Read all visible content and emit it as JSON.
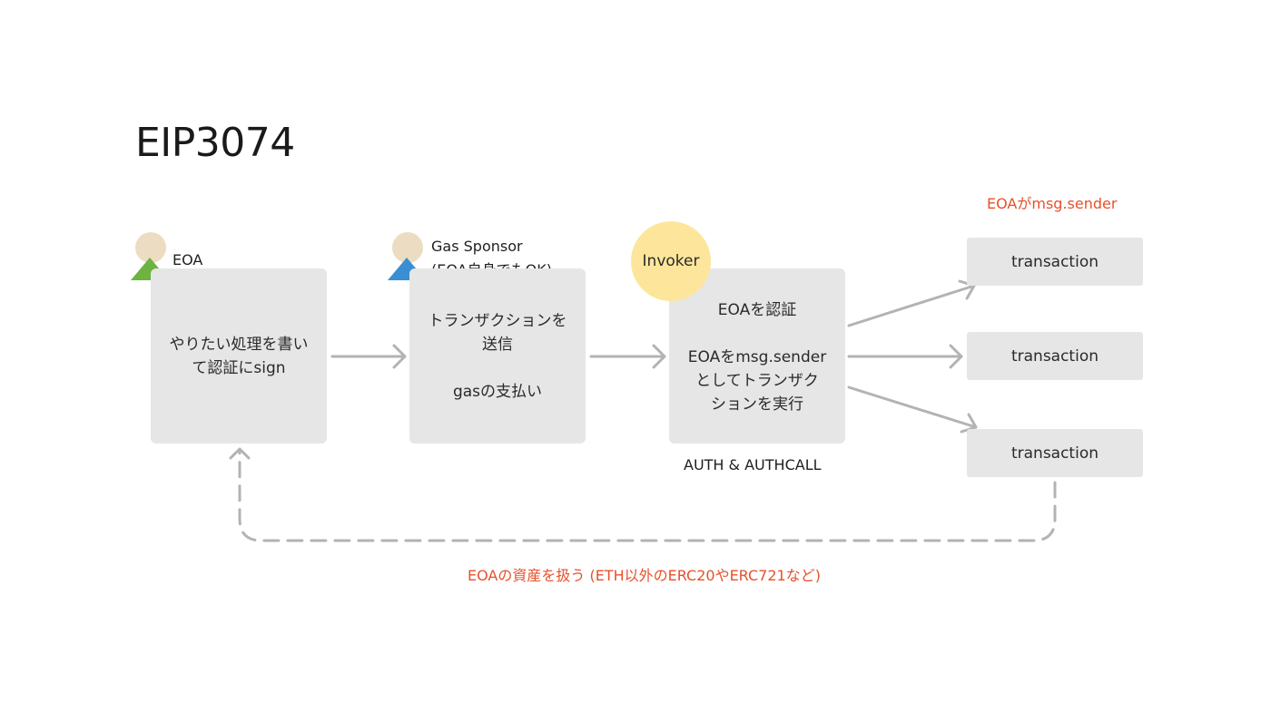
{
  "title": "EIP3074",
  "actors": {
    "eoa": {
      "label": "EOA",
      "body_color": "#6db33f",
      "head_color": "#ecdcc2"
    },
    "sponsor": {
      "label_line1": "Gas Sponsor",
      "label_line2": "(EOA自身でもOK)",
      "body_color": "#3a8fd4",
      "head_color": "#ecdcc2"
    }
  },
  "boxes": {
    "eoa_box": {
      "lines": [
        "やりたい処理を書い",
        "て認証にsign"
      ]
    },
    "sponsor_box": {
      "lines": [
        "トランザクションを",
        "送信",
        "gasの支払い"
      ]
    },
    "invoker_box": {
      "lines": [
        "EOAを認証",
        "EOAをmsg.sender",
        "としてトランザク",
        "ションを実行"
      ]
    }
  },
  "invoker": {
    "label": "Invoker",
    "color": "#fde69b"
  },
  "auth_label": "AUTH & AUTHCALL",
  "msg_sender_note": "EOAがmsg.sender",
  "transactions": [
    "transaction",
    "transaction",
    "transaction"
  ],
  "bottom_note": "EOAの資産を扱う (ETH以外のERC20やERC721など)",
  "colors": {
    "accent_red": "#e8502a",
    "box_gray": "#e6e6e6",
    "arrow_gray": "#b3b3b3"
  },
  "icons": [
    "person-icon",
    "arrow-right-icon",
    "dashed-return-arrow-icon"
  ]
}
